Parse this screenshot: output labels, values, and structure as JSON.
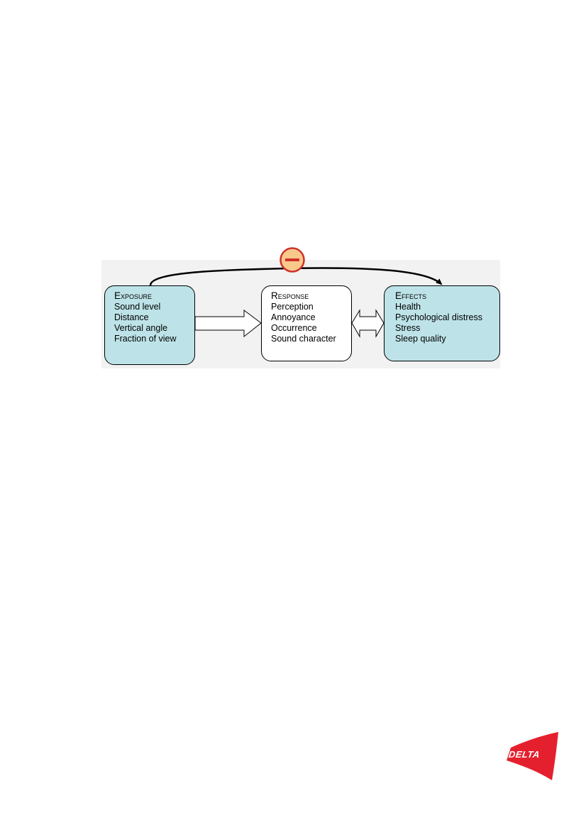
{
  "diagram": {
    "exposure": {
      "heading": "Exposure",
      "items": [
        "Sound level",
        "Distance",
        "Vertical angle",
        "Fraction of view"
      ]
    },
    "response": {
      "heading": "Response",
      "items": [
        "Perception",
        "Annoyance",
        "Occurrence",
        "Sound character"
      ]
    },
    "effects": {
      "heading": "Effects",
      "items": [
        "Health",
        "Psychological distress",
        "Stress",
        "Sleep quality"
      ]
    },
    "connector_sign": "minus",
    "colors": {
      "box_fill": "#bde3e8",
      "badge_fill": "#f9c98b",
      "badge_stroke": "#d0312d",
      "background": "#f2f2f2"
    }
  },
  "logo": {
    "text": "DELTA",
    "color": "#e5202e"
  }
}
